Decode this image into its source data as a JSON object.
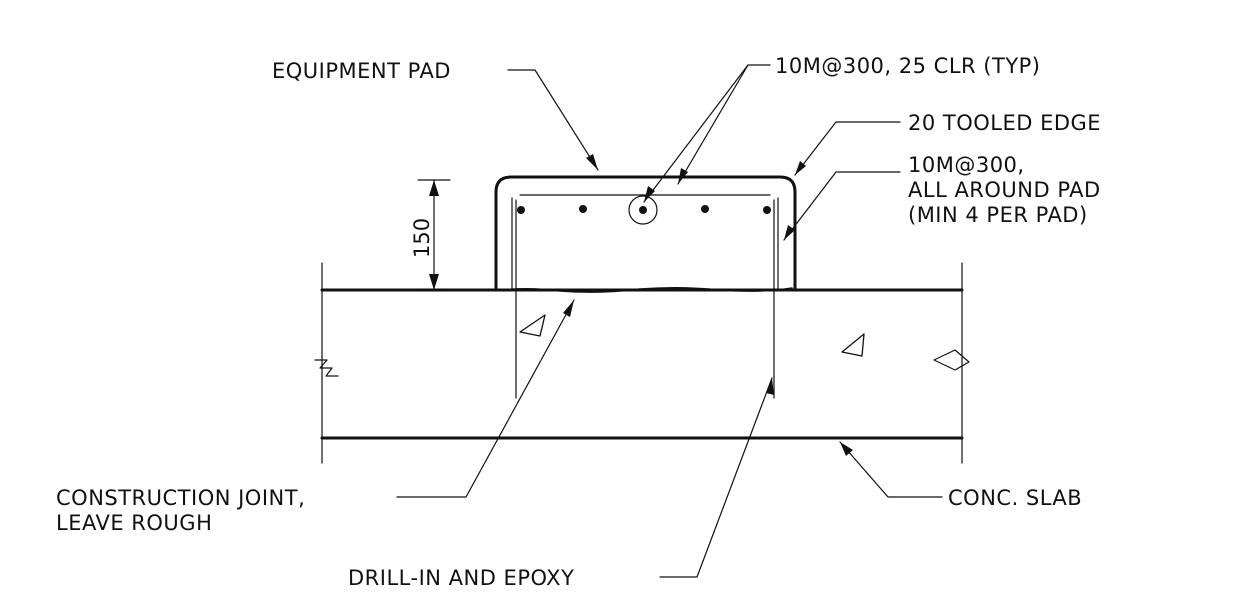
{
  "labels": {
    "equipment_pad": "EQUIPMENT PAD",
    "rebar_top": "10M@300, 25 CLR (TYP)",
    "tooled_edge": "20 TOOLED EDGE",
    "dowels": "10M@300,\nALL AROUND PAD\n(MIN 4 PER PAD)",
    "construction_joint": "CONSTRUCTION JOINT,\nLEAVE ROUGH",
    "drill_epoxy": "DRILL-IN AND EPOXY",
    "conc_slab": "CONC. SLAB",
    "dimension_150": "150"
  },
  "colors": {
    "line": "#111111",
    "background": "#ffffff"
  }
}
